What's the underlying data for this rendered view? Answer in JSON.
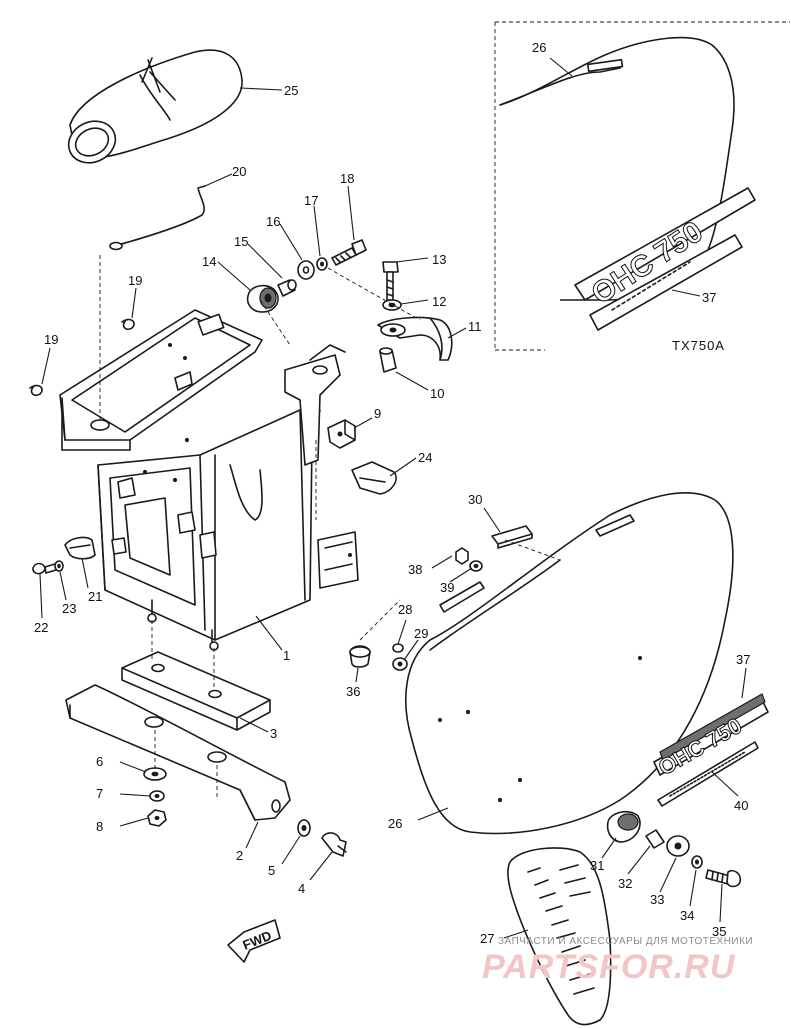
{
  "model_code": "TX750A",
  "emblem_text": "OHC 750",
  "forward_marker": "FWD",
  "watermark": {
    "caption": "ЗАПЧАСТИ И АКСЕССУАРЫ ДЛЯ МОТОТЕХНИКИ",
    "brand": "PARTSFOR.RU"
  },
  "callouts": {
    "c1": "1",
    "c2": "2",
    "c3": "3",
    "c4": "4",
    "c5": "5",
    "c6": "6",
    "c7": "7",
    "c8": "8",
    "c9": "9",
    "c10": "10",
    "c11": "11",
    "c12": "12",
    "c13": "13",
    "c14": "14",
    "c15": "15",
    "c16": "16",
    "c17": "17",
    "c18": "18",
    "c19a": "19",
    "c19b": "19",
    "c20": "20",
    "c21": "21",
    "c22": "22",
    "c23": "23",
    "c24": "24",
    "c25": "25",
    "c26a": "26",
    "c26b": "26",
    "c27": "27",
    "c28": "28",
    "c29": "29",
    "c30": "30",
    "c31": "31",
    "c32": "32",
    "c33": "33",
    "c34": "34",
    "c35": "35",
    "c36": "36",
    "c37a": "37",
    "c37b": "37",
    "c38": "38",
    "c39": "39",
    "c40": "40"
  }
}
